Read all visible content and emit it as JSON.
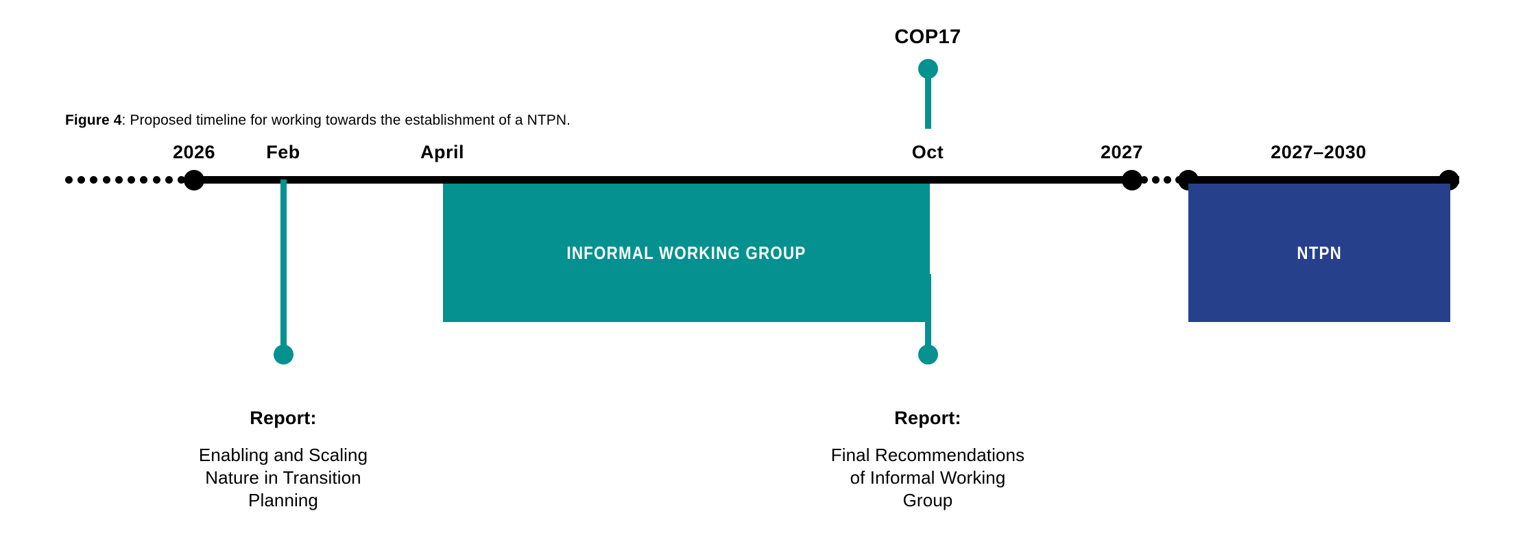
{
  "figure": {
    "caption_label": "Figure 4",
    "caption_text": ": Proposed timeline for working towards the establishment of a NTPN."
  },
  "colors": {
    "axis": "#000000",
    "teal": "#04918F",
    "blue": "#27408C",
    "background": "#FFFFFF",
    "text": "#000000",
    "block_label": "#FFFFFF"
  },
  "timeline": {
    "ticks": [
      {
        "id": "tick-2026",
        "label": "2026"
      },
      {
        "id": "tick-feb",
        "label": "Feb"
      },
      {
        "id": "tick-april",
        "label": "April"
      },
      {
        "id": "tick-oct",
        "label": "Oct"
      },
      {
        "id": "tick-2027",
        "label": "2027"
      },
      {
        "id": "tick-2027-2030",
        "label": "2027–2030"
      }
    ],
    "phases": [
      {
        "id": "phase-iwg",
        "label": "INFORMAL WORKING GROUP",
        "color": "#04918F",
        "start": "April",
        "end": "Oct"
      },
      {
        "id": "phase-ntpn",
        "label": "NTPN",
        "color": "#27408C",
        "start": "2027",
        "end": "2030"
      }
    ],
    "events": [
      {
        "id": "event-cop17",
        "label": "COP17",
        "at": "Oct",
        "color": "#04918F"
      }
    ],
    "milestones": [
      {
        "id": "milestone-feb-report",
        "title": "Report:",
        "body": "Enabling and Scaling\nNature in Transition\nPlanning",
        "at": "Feb",
        "color": "#04918F"
      },
      {
        "id": "milestone-oct-report",
        "title": "Report:",
        "body": "Final Recommendations\nof Informal Working\nGroup",
        "at": "Oct",
        "color": "#04918F"
      }
    ]
  }
}
